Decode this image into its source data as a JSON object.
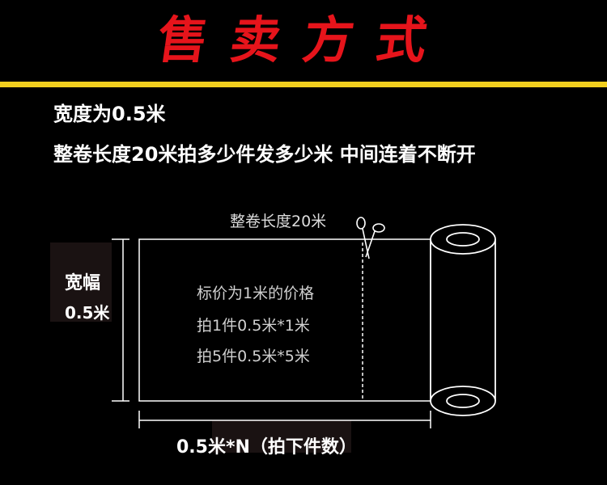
{
  "title": "售卖方式",
  "lines": {
    "width_line": "宽度为0.5米",
    "roll_line": "整卷长度20米拍多少件发多少米 中间连着不断开"
  },
  "diagram": {
    "roll_length_label": "整卷长度20米",
    "width_label_1": "宽幅",
    "width_label_2": "0.5米",
    "price_line_1": "标价为1米的价格",
    "price_line_2": "拍1件0.5米*1米",
    "price_line_3": "拍5件0.5米*5米",
    "bottom_label": "0.5米*N（拍下件数）",
    "icons": [
      "scissors-icon",
      "roll-icon"
    ]
  },
  "colors": {
    "title": "#e6141b",
    "accent_bar": "#f2cf1e",
    "background": "#000000",
    "text": "#ffffff"
  }
}
